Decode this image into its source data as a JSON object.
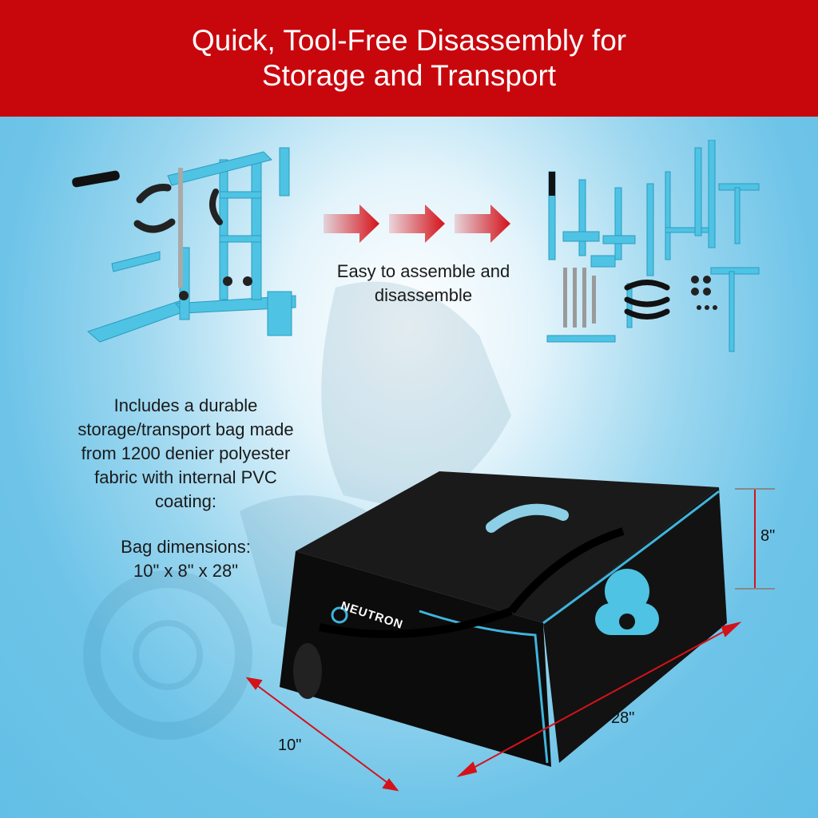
{
  "header": {
    "title_line1": "Quick, Tool-Free Disassembly for",
    "title_line2": "Storage and Transport"
  },
  "middle": {
    "caption_line1": "Easy to assemble and",
    "caption_line2": "disassemble"
  },
  "left_text": {
    "bag_lines": [
      "Includes a durable",
      "storage/transport bag made",
      "from 1200 denier polyester",
      "fabric with internal PVC",
      "coating:"
    ],
    "dims_line1": "Bag dimensions:",
    "dims_line2": "10\" x 8\" x 28\""
  },
  "dimensions": {
    "height": "8\"",
    "length": "28\"",
    "width": "10\""
  },
  "brand": {
    "logo_text": "NEUTRON"
  },
  "colors": {
    "banner": "#c8070d",
    "tool_blue": "#4fc3e3",
    "arrow_red": "#d4121a",
    "bag_black": "#0c0c0c",
    "bag_trim": "#3fb4dc"
  }
}
